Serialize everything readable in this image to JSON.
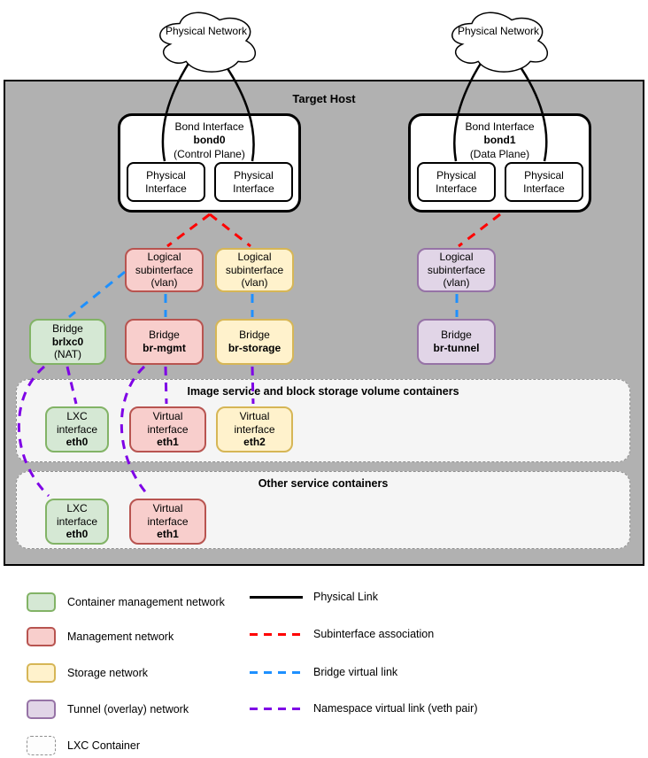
{
  "clouds": {
    "left": {
      "label": "Physical Network"
    },
    "right": {
      "label": "Physical Network"
    }
  },
  "host": {
    "title": "Target Host"
  },
  "bonds": {
    "bond0": {
      "kind": "Bond Interface",
      "name": "bond0",
      "plane": "(Control Plane)",
      "phys_left": "Physical Interface",
      "phys_right": "Physical Interface"
    },
    "bond1": {
      "kind": "Bond Interface",
      "name": "bond1",
      "plane": "(Data Plane)",
      "phys_left": "Physical Interface",
      "phys_right": "Physical Interface"
    }
  },
  "nodes": {
    "sub_mgmt": {
      "l1": "Logical",
      "l2": "subinterface",
      "l3": "(vlan)"
    },
    "sub_storage": {
      "l1": "Logical",
      "l2": "subinterface",
      "l3": "(vlan)"
    },
    "sub_tunnel": {
      "l1": "Logical",
      "l2": "subinterface",
      "l3": "(vlan)"
    },
    "br_lxc": {
      "l1": "Bridge",
      "l2": "brlxc0",
      "l3": "(NAT)"
    },
    "br_mgmt": {
      "l1": "Bridge",
      "l2": "br-mgmt"
    },
    "br_storage": {
      "l1": "Bridge",
      "l2": "br-storage"
    },
    "br_tunnel": {
      "l1": "Bridge",
      "l2": "br-tunnel"
    },
    "c1_eth0": {
      "l1": "LXC",
      "l2": "interface",
      "l3": "eth0"
    },
    "c1_eth1": {
      "l1": "Virtual",
      "l2": "interface",
      "l3": "eth1"
    },
    "c1_eth2": {
      "l1": "Virtual",
      "l2": "interface",
      "l3": "eth2"
    },
    "c2_eth0": {
      "l1": "LXC",
      "l2": "interface",
      "l3": "eth0"
    },
    "c2_eth1": {
      "l1": "Virtual",
      "l2": "interface",
      "l3": "eth1"
    }
  },
  "containers": {
    "c1": {
      "title": "Image service and block storage volume containers"
    },
    "c2": {
      "title": "Other service containers"
    }
  },
  "legend": {
    "swatches": [
      {
        "label": "Container management network",
        "color": "green"
      },
      {
        "label": "Management network",
        "color": "red"
      },
      {
        "label": "Storage network",
        "color": "yellow"
      },
      {
        "label": "Tunnel (overlay) network",
        "color": "purple"
      },
      {
        "label": "LXC Container",
        "color": "dashed-gray"
      }
    ],
    "lines": [
      {
        "label": "Physical Link",
        "style": "solid-black"
      },
      {
        "label": "Subinterface association",
        "style": "dashed-red"
      },
      {
        "label": "Bridge virtual link",
        "style": "dashed-blue"
      },
      {
        "label": "Namespace virtual link (veth pair)",
        "style": "dashed-purple"
      }
    ]
  },
  "colors": {
    "host_fill": "#b1b1b1",
    "container_fill": "#f5f5f5",
    "green_fill": "#d5e8d4",
    "green_stroke": "#82b366",
    "red_fill": "#f8cecc",
    "red_stroke": "#b85450",
    "yellow_fill": "#fff2cc",
    "yellow_stroke": "#d6b656",
    "purple_fill": "#e1d5e7",
    "purple_stroke": "#9673a6",
    "link_physical": "#000000",
    "link_subinterface": "#ff0000",
    "link_bridge": "#1e90ff",
    "link_namespace": "#7e00e6"
  }
}
